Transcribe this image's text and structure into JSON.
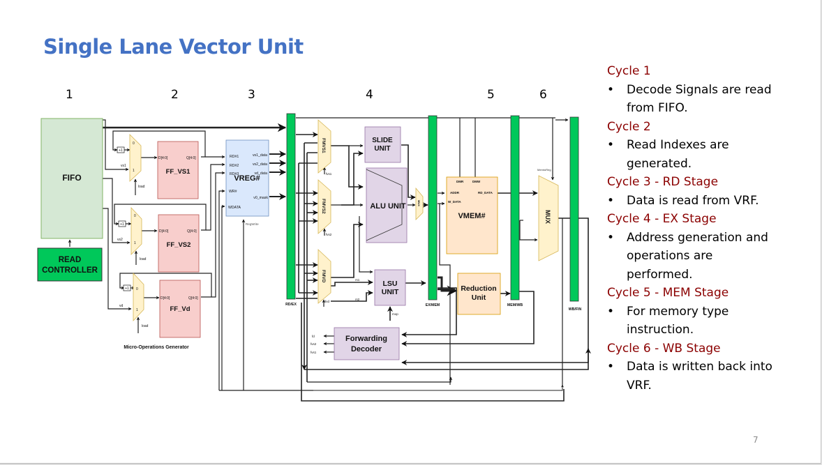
{
  "slide": {
    "title": "Single Lane Vector Unit",
    "page_number": "7",
    "stage_numbers": [
      "1",
      "2",
      "3",
      "4",
      "5",
      "6"
    ]
  },
  "diagram": {
    "fifo": "FIFO",
    "read_controller": [
      "READ",
      "CONTROLLER"
    ],
    "micro_ops_caption": "Micro-Operations Generator",
    "increment_label": "+1",
    "mux_input_0": "0",
    "mux_input_1": "1",
    "load_label": "load",
    "vs1_label": "vs1",
    "vs2_label": "vs2",
    "vd_label": "vd",
    "flipflops": [
      {
        "name": "FF_VS1",
        "d": "D[4:0]",
        "q": "Q[4:0]"
      },
      {
        "name": "FF_VS2",
        "d": "D[4:0]",
        "q": "Q[4:0]"
      },
      {
        "name": "FF_Vd",
        "d": "D[4:0]",
        "q": "Q[4:0]"
      }
    ],
    "vreg": {
      "name": "VREG#",
      "inputs": [
        "RD#1",
        "RD#2",
        "RD#3",
        "WR#",
        "WDATA"
      ],
      "outputs": [
        "vs1_data",
        "vs2_data",
        "vd_data",
        "v0_mask"
      ],
      "regwrite": "RegWrite"
    },
    "pipeline_regs": [
      "RD/EX",
      "EX/MEM",
      "MEM/WB",
      "WB/FIN"
    ],
    "fmvs1": "FMVS1",
    "fmvs2": "FMVS2",
    "fmvd": "FMVD",
    "fvs1": "fvs1",
    "fvs2": "fvs2",
    "fvd": "fvd",
    "slide_unit": [
      "SLIDE",
      "UNIT"
    ],
    "alu_unit": "ALU UNIT",
    "small_mux": "MUX",
    "lsu_unit": [
      "LSU",
      "UNIT"
    ],
    "rs1": "rs1",
    "rs2": "rs2",
    "mop": "mop",
    "forwarding_decoder": [
      "Forwarding",
      "Decoder"
    ],
    "fd_outputs": [
      "fd",
      "fvs2",
      "fvs1"
    ],
    "vmem": {
      "name": "VMEM#",
      "dmr": "DMR",
      "dmw": "DMW",
      "addr": "ADDR",
      "w_data": "W_DATA",
      "rd_data": "RD_DATA"
    },
    "reduction_unit": [
      "Reduction",
      "Unit"
    ],
    "wb_mux": "MUX",
    "memtoreg": "MemtoReg"
  },
  "notes": [
    {
      "cycle": "Cycle 1",
      "bullet": [
        "Decode Signals are read",
        "from FIFO."
      ]
    },
    {
      "cycle": "Cycle 2",
      "bullet": [
        "Read Indexes are",
        "generated."
      ]
    },
    {
      "cycle": "Cycle 3 - RD Stage",
      "bullet": [
        "Data is read from VRF."
      ]
    },
    {
      "cycle": "Cycle 4 - EX Stage",
      "bullet": [
        "Address generation and",
        "operations are",
        "performed."
      ]
    },
    {
      "cycle": "Cycle 5 - MEM Stage",
      "bullet": [
        "For memory type",
        "instruction."
      ]
    },
    {
      "cycle": "Cycle 6 - WB Stage",
      "bullet": [
        "Data is written back into",
        "VRF."
      ]
    }
  ],
  "colors": {
    "title": "#4472c4",
    "cycle_heading": "#8b0000",
    "pipeline_reg": "#00c85a",
    "fifo_fill": "#d5e8d4",
    "ff_fill": "#f8cecc",
    "vreg_fill": "#dae8fc",
    "unit_fill": "#e1d5e7",
    "mux_fill": "#fff2cc",
    "vmem_fill": "#ffe6cc"
  }
}
